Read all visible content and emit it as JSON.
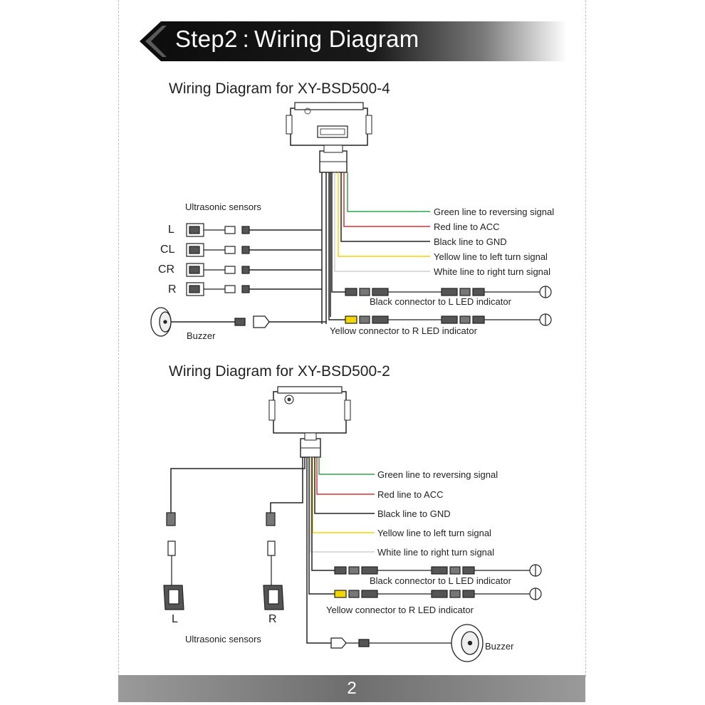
{
  "header": {
    "title": "Step2 : Wiring Diagram"
  },
  "diagram1": {
    "title": "Wiring Diagram for XY-BSD500-4",
    "sensors_label": "Ultrasonic sensors",
    "sensor_positions": [
      "L",
      "CL",
      "CR",
      "R"
    ],
    "buzzer_label": "Buzzer",
    "lines": [
      {
        "label": "Green line to reversing signal",
        "color": "#2ea84a"
      },
      {
        "label": "Red line to ACC",
        "color": "#e03030"
      },
      {
        "label": "Black line to GND",
        "color": "#222222"
      },
      {
        "label": "Yellow line to left turn signal",
        "color": "#f2d600"
      },
      {
        "label": "White line to right turn signal",
        "color": "#cfcfcf"
      }
    ],
    "connectors": [
      "Black connector to L LED indicator",
      "Yellow connector  to R LED indicator"
    ]
  },
  "diagram2": {
    "title": "Wiring Diagram for XY-BSD500-2",
    "sensors_label": "Ultrasonic sensors",
    "sensor_positions": [
      "L",
      "R"
    ],
    "buzzer_label": "Buzzer",
    "lines": [
      {
        "label": "Green line to reversing signal",
        "color": "#2ea84a"
      },
      {
        "label": "Red line to ACC",
        "color": "#e03030"
      },
      {
        "label": "Black line to GND",
        "color": "#222222"
      },
      {
        "label": "Yellow line to left turn signal",
        "color": "#f2d600"
      },
      {
        "label": "White line to right turn signal",
        "color": "#cfcfcf"
      }
    ],
    "connectors": [
      "Black connector to L LED indicator",
      "Yellow connector  to R LED indicator"
    ]
  },
  "footer": {
    "page_number": "2"
  }
}
